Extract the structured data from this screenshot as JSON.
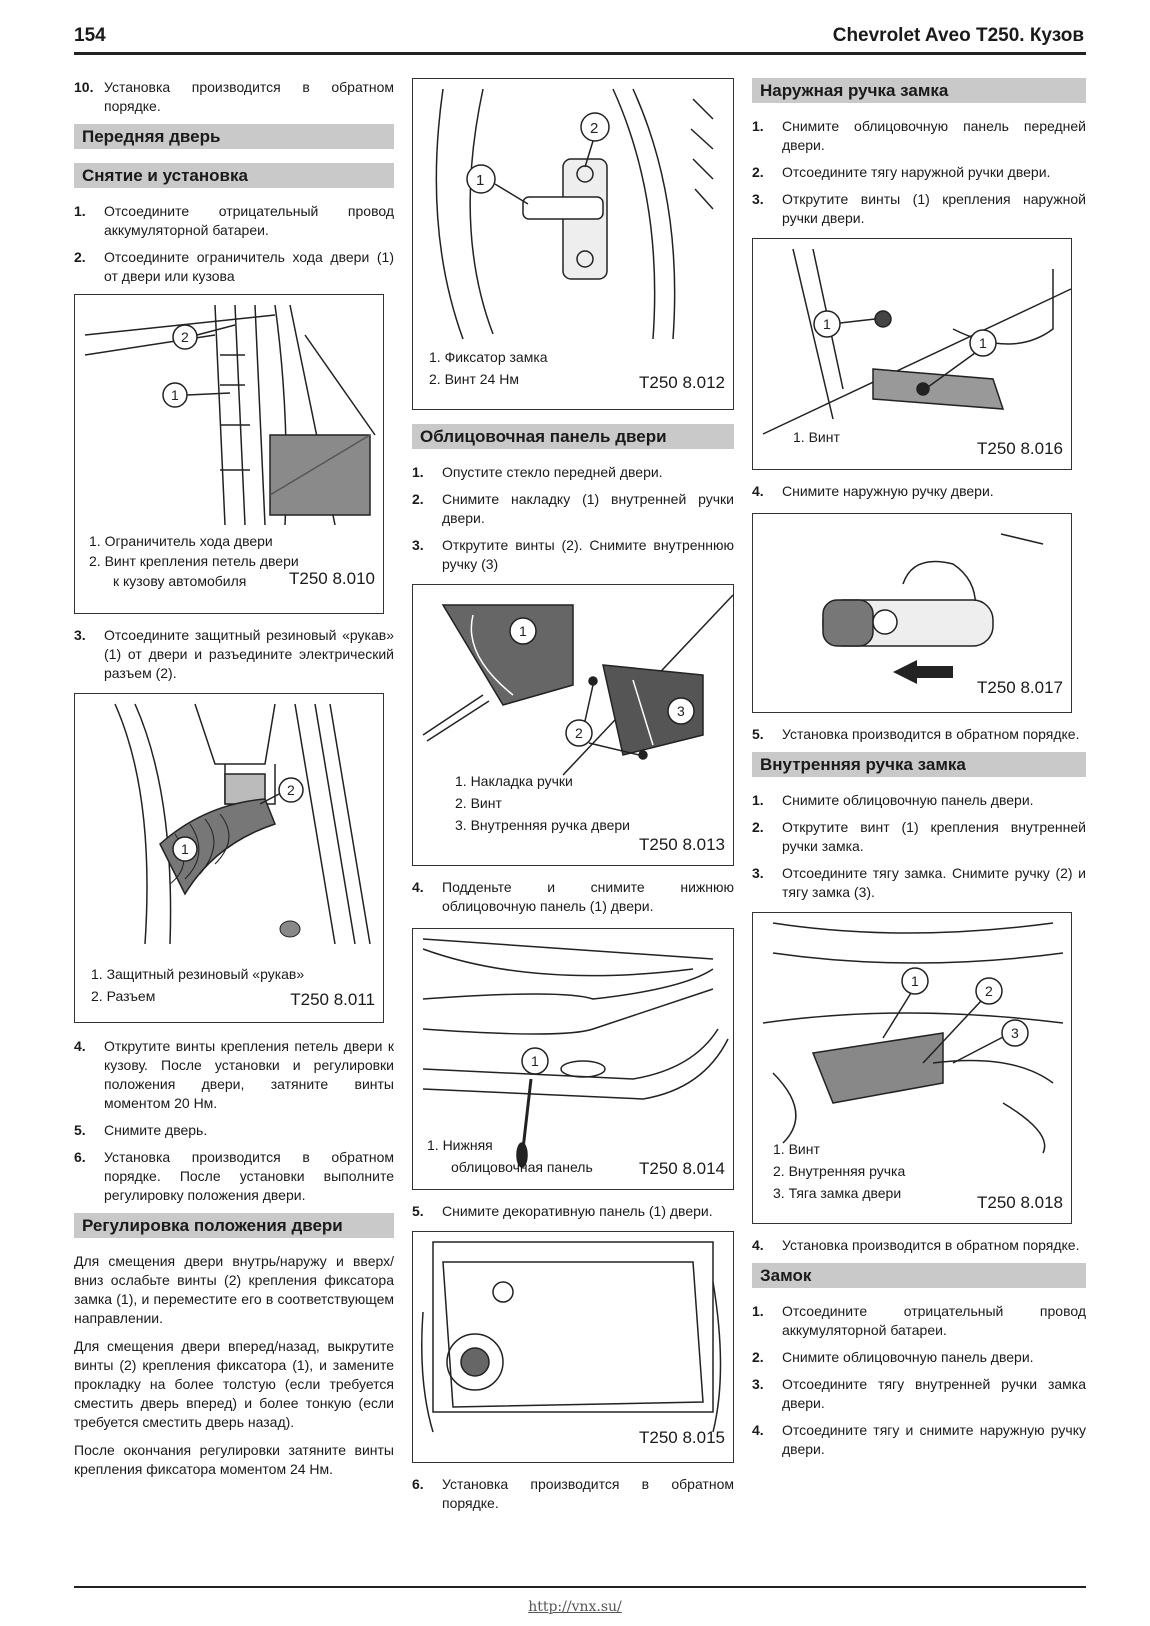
{
  "header": {
    "page": "154",
    "title": "Chevrolet Aveo T250. Кузов"
  },
  "footer": {
    "url": "http://vnx.su/"
  },
  "left": {
    "intro": {
      "n": "10.",
      "t": "Установка производится в обратном порядке."
    },
    "sec1": "Передняя дверь",
    "sec2": "Снятие и установка",
    "steps_a": [
      {
        "n": "1.",
        "t": "Отсоедините отрицательный провод аккумуляторной батареи."
      },
      {
        "n": "2.",
        "t": "Отсоедините ограничитель хода двери (1) от двери или кузова"
      }
    ],
    "fig010": {
      "cap1": "1. Ограничитель хода двери",
      "cap2": "2. Винт крепления петель двери",
      "cap3": "к кузову автомобиля",
      "code": "T250 8.010",
      "c1": "1",
      "c2": "2"
    },
    "step3": {
      "n": "3.",
      "t": "Отсоедините защитный резиновый «рукав» (1) от двери и разъедините электрический разъем (2)."
    },
    "fig011": {
      "cap1": "1. Защитный резиновый «рукав»",
      "cap2": "2. Разъем",
      "code": "T250 8.011",
      "c1": "1",
      "c2": "2"
    },
    "steps_b": [
      {
        "n": "4.",
        "t": "Открутите винты крепления петель двери к кузову. После установки и регулировки положения двери, затяните винты моментом 20 Нм."
      },
      {
        "n": "5.",
        "t": "Снимите дверь."
      },
      {
        "n": "6.",
        "t": "Установка производится в обратном порядке. После установки выполните регулировку положения двери."
      }
    ],
    "sec3": "Регулировка положения двери",
    "p1": "Для смещения двери внутрь/наружу и вверх/вниз ослабьте винты (2) крепления фиксатора замка (1), и переместите его в соответствующем направлении.",
    "p2": "Для смещения двери вперед/назад, выкрутите винты (2) крепления фиксатора (1), и замените прокладку на более толстую (если требуется сместить дверь вперед) и более тонкую (если требуется сместить дверь назад).",
    "p3": "После окончания регулировки затяните винты крепления фиксатора моментом 24 Нм."
  },
  "mid": {
    "fig012": {
      "cap1": "1. Фиксатор замка",
      "cap2": "2. Винт 24 Нм",
      "code": "T250 8.012",
      "c1": "1",
      "c2": "2"
    },
    "sec1": "Облицовочная панель двери",
    "steps": [
      {
        "n": "1.",
        "t": "Опустите стекло передней двери."
      },
      {
        "n": "2.",
        "t": "Снимите накладку (1) внутренней ручки двери."
      },
      {
        "n": "3.",
        "t": "Открутите винты (2). Снимите внутреннюю ручку (3)"
      }
    ],
    "fig013": {
      "cap1": "1. Накладка ручки",
      "cap2": "2. Винт",
      "cap3": "3. Внутренняя ручка двери",
      "code": "T250 8.013",
      "c1": "1",
      "c2": "2",
      "c3": "3"
    },
    "step4": {
      "n": "4.",
      "t": "Подденьте и снимите нижнюю облицовочную панель (1) двери."
    },
    "fig014": {
      "cap1": "1. Нижняя",
      "cap2": "облицовочная панель",
      "code": "T250 8.014",
      "c1": "1"
    },
    "step5": {
      "n": "5.",
      "t": "Снимите декоративную панель (1) двери."
    },
    "fig015": {
      "code": "T250 8.015"
    },
    "step6": {
      "n": "6.",
      "t": "Установка производится в обратном порядке."
    }
  },
  "right": {
    "sec1": "Наружная ручка замка",
    "steps_a": [
      {
        "n": "1.",
        "t": "Снимите облицовочную панель передней двери."
      },
      {
        "n": "2.",
        "t": "Отсоедините тягу наружной ручки двери."
      },
      {
        "n": "3.",
        "t": "Открутите винты (1) крепления наружной ручки двери."
      }
    ],
    "fig016": {
      "cap1": "1. Винт",
      "code": "T250 8.016",
      "c1": "1"
    },
    "step4": {
      "n": "4.",
      "t": "Снимите наружную ручку двери."
    },
    "fig017": {
      "code": "T250 8.017"
    },
    "step5": {
      "n": "5.",
      "t": "Установка производится в обратном порядке."
    },
    "sec2": "Внутренняя ручка замка",
    "steps_b": [
      {
        "n": "1.",
        "t": "Снимите облицовочную панель двери."
      },
      {
        "n": "2.",
        "t": "Открутите винт (1) крепления внутренней ручки замка."
      },
      {
        "n": "3.",
        "t": "Отсоедините тягу замка. Снимите ручку (2) и тягу замка (3)."
      }
    ],
    "fig018": {
      "cap1": "1. Винт",
      "cap2": "2. Внутренняя ручка",
      "cap3": "3. Тяга замка двери",
      "code": "T250 8.018",
      "c1": "1",
      "c2": "2",
      "c3": "3"
    },
    "step4b": {
      "n": "4.",
      "t": "Установка производится в обратном порядке."
    },
    "sec3": "Замок",
    "steps_c": [
      {
        "n": "1.",
        "t": "Отсоедините отрицательный провод аккумуляторной батареи."
      },
      {
        "n": "2.",
        "t": "Снимите облицовочную панель двери."
      },
      {
        "n": "3.",
        "t": "Отсоедините тягу внутренней ручки замка двери."
      },
      {
        "n": "4.",
        "t": "Отсоедините тягу и снимите наружную ручку двери."
      }
    ]
  }
}
